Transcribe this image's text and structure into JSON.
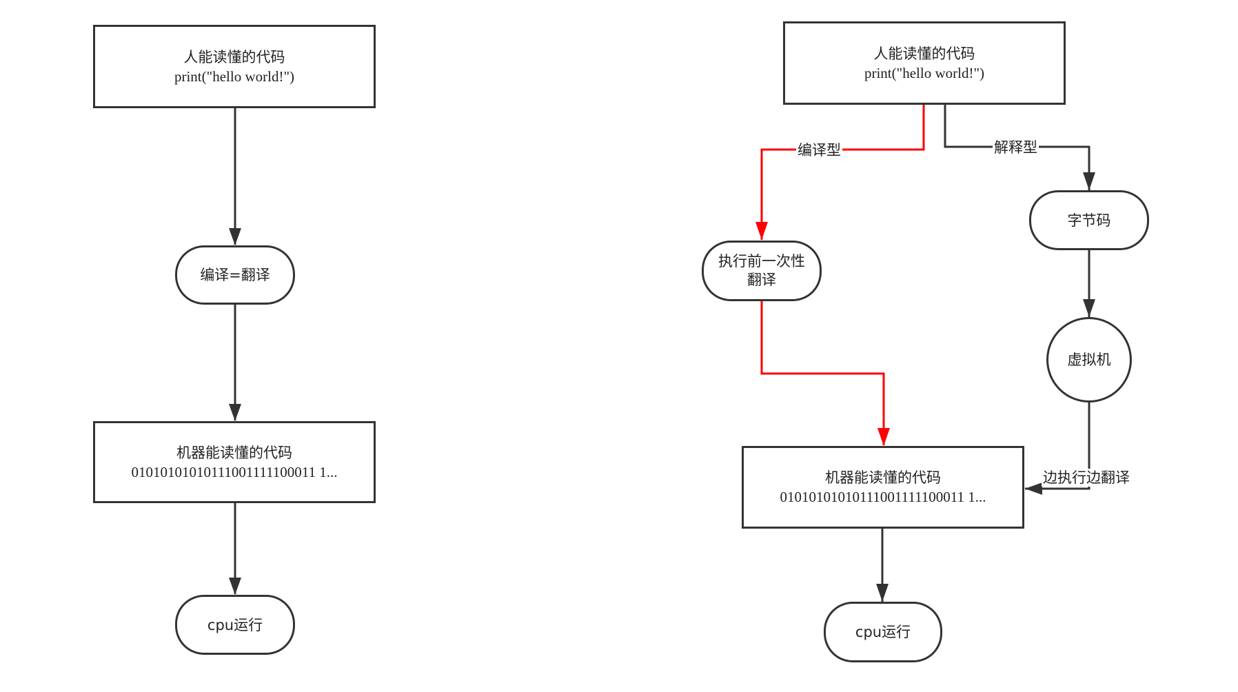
{
  "left_flow": {
    "source": {
      "line1": "人能读懂的代码",
      "line2": "print(\"hello world!\")"
    },
    "compile": {
      "label": "编译=翻译"
    },
    "machine": {
      "line1": "机器能读懂的代码",
      "line2": "01010101010111001111100011 1..."
    },
    "cpu": {
      "label": "cpu运行"
    }
  },
  "right_flow": {
    "source": {
      "line1": "人能读懂的代码",
      "line2": "print(\"hello world!\")"
    },
    "compiled_branch": {
      "label": "编译型"
    },
    "interpreted_branch": {
      "label": "解释型"
    },
    "pre_translate": {
      "line1": "执行前一次性",
      "line2": "翻译"
    },
    "bytecode": {
      "label": "字节码"
    },
    "vm": {
      "label": "虚拟机"
    },
    "run_translate": {
      "label": "边执行边翻译"
    },
    "machine": {
      "line1": "机器能读懂的代码",
      "line2": "01010101010111001111100011 1..."
    },
    "cpu": {
      "label": "cpu运行"
    }
  },
  "colors": {
    "stroke": "#333333",
    "compiled_path": "#ff0000"
  }
}
